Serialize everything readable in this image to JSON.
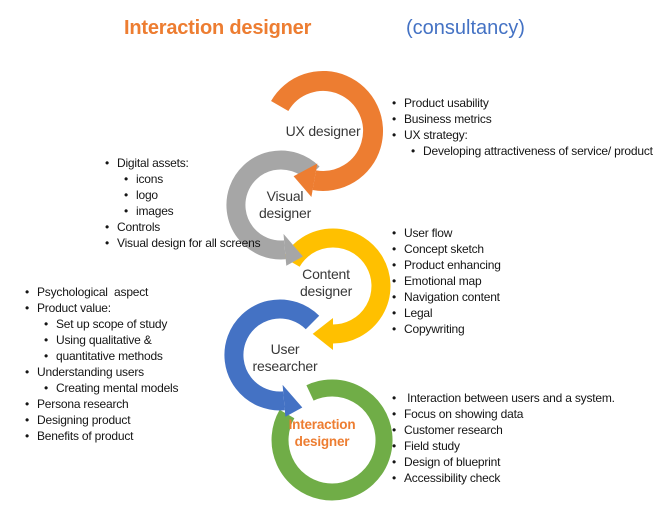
{
  "title": {
    "main": "Interaction designer",
    "main_color": "#ED7D31",
    "sub": "(consultancy)",
    "sub_color": "#4472C4"
  },
  "stages": [
    {
      "label": "UX designer",
      "color": "#ED7D31",
      "bullets": [
        {
          "text": "Product usability",
          "level": 0
        },
        {
          "text": "Business metrics",
          "level": 0
        },
        {
          "text": "UX strategy:",
          "level": 0
        },
        {
          "text": "Developing attractiveness of service/ product",
          "level": 1
        }
      ]
    },
    {
      "label": "Visual designer",
      "color": "#A6A6A6",
      "bullets": [
        {
          "text": "Digital assets:",
          "level": 0
        },
        {
          "text": "icons",
          "level": 1
        },
        {
          "text": "logo",
          "level": 1
        },
        {
          "text": "images",
          "level": 1
        },
        {
          "text": "Controls",
          "level": 0
        },
        {
          "text": "Visual design for all screens",
          "level": 0
        }
      ]
    },
    {
      "label": "Content designer",
      "color": "#FFC000",
      "bullets": [
        {
          "text": "User flow",
          "level": 0
        },
        {
          "text": "Concept sketch",
          "level": 0
        },
        {
          "text": "Product enhancing",
          "level": 0
        },
        {
          "text": "Emotional map",
          "level": 0
        },
        {
          "text": "Navigation content",
          "level": 0
        },
        {
          "text": "Legal",
          "level": 0
        },
        {
          "text": "Copywriting",
          "level": 0
        }
      ]
    },
    {
      "label": "User researcher",
      "color": "#4472C4",
      "bullets": [
        {
          "text": "Psychological  aspect",
          "level": 0
        },
        {
          "text": "Product value:",
          "level": 0
        },
        {
          "text": "Set up scope of study",
          "level": 1
        },
        {
          "text": "Using qualitative &",
          "level": 1
        },
        {
          "text": "quantitative methods",
          "level": 1
        },
        {
          "text": "Understanding users",
          "level": 0
        },
        {
          "text": "Creating mental models",
          "level": 1
        },
        {
          "text": "Persona research",
          "level": 0
        },
        {
          "text": "Designing product",
          "level": 0
        },
        {
          "text": "Benefits of product",
          "level": 0
        }
      ]
    },
    {
      "label": "Interaction designer",
      "color": "#70AD47",
      "label_color": "#ED7D31",
      "bullets": [
        {
          "text": " Interaction between users and a system.",
          "level": 0
        },
        {
          "text": "Focus on showing data",
          "level": 0
        },
        {
          "text": "Customer research",
          "level": 0
        },
        {
          "text": "Field study",
          "level": 0
        },
        {
          "text": "Design of blueprint",
          "level": 0
        },
        {
          "text": "Accessibility check",
          "level": 0
        }
      ]
    }
  ]
}
